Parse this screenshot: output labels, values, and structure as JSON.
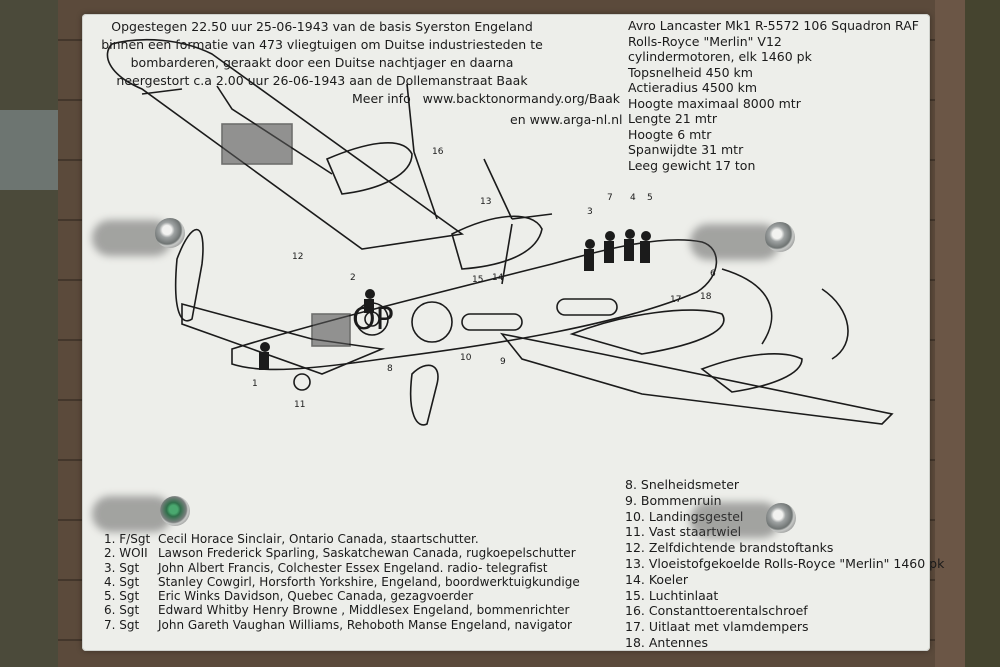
{
  "header": {
    "line1": "Opgestegen 22.50 uur 25-06-1943 van de basis Syerston Engeland",
    "line2": "binnen een formatie van 473 vliegtuigen om Duitse industriesteden te",
    "line3": "bombarderen, geraakt door een Duitse nachtjager en daarna",
    "line4": "neergestort c.a 2.00 uur 26-06-1943 aan de Dollemanstraat Baak",
    "info_label": "Meer info",
    "info_url": "www.backtonormandy.org/Baak",
    "info_url2": "en www.arga-nl.nl"
  },
  "specs": {
    "title": "Avro Lancaster Mk1 R-5572  106 Squadron RAF",
    "lines": [
      "Rolls-Royce \"Merlin\" V12",
      "cylindermotoren, elk 1460 pk",
      "Topsnelheid  450 km",
      "Actieradius  4500 km",
      "Hoogte maximaal 8000 mtr",
      "Lengte 21 mtr",
      "Hoogte  6 mtr",
      "Spanwijdte 31 mtr",
      "Leeg gewicht 17 ton"
    ]
  },
  "crew": [
    {
      "rank": "1. F/Sgt",
      "text": "Cecil Horace Sinclair, Ontario Canada, staartschutter."
    },
    {
      "rank": "2. WOII",
      "text": "Lawson Frederick Sparling, Saskatchewan Canada, rugkoepelschutter"
    },
    {
      "rank": "3. Sgt",
      "text": "John Albert Francis, Colchester Essex Engeland. radio- telegrafist"
    },
    {
      "rank": "4. Sgt",
      "text": "Stanley Cowgirl, Horsforth Yorkshire, Engeland, boordwerktuigkundige"
    },
    {
      "rank": "5. Sgt",
      "text": "Eric Winks Davidson, Quebec Canada, gezagvoerder"
    },
    {
      "rank": "6. Sgt",
      "text": "Edward Whitby Henry Browne , Middlesex Engeland, bommenrichter"
    },
    {
      "rank": "7. Sgt",
      "text": "John Gareth Vaughan Williams, Rehoboth Manse Engeland, navigator"
    }
  ],
  "legend": [
    "8. Snelheidsmeter",
    "9. Bommenruin",
    "10. Landingsgestel",
    "11. Vast staartwiel",
    "12. Zelfdichtende brandstoftanks",
    "13. Vloeistofgekoelde Rolls-Royce \"Merlin\" 1460 pk",
    "14. Koeler",
    "15. Luchtinlaat",
    "16. Constanttoerentalschroef",
    "17. Uitlaat met vlamdempers",
    "18. Antennes"
  ],
  "drawing": {
    "callouts": [
      "1",
      "2",
      "3",
      "4",
      "5",
      "6",
      "7",
      "8",
      "9",
      "10",
      "11",
      "12",
      "13",
      "14",
      "15",
      "16",
      "17",
      "18"
    ],
    "fuselage_code": "OP"
  },
  "colors": {
    "plaque": "#edeeea",
    "ink": "#1b1b1b",
    "brick": "#5a4a3a"
  }
}
